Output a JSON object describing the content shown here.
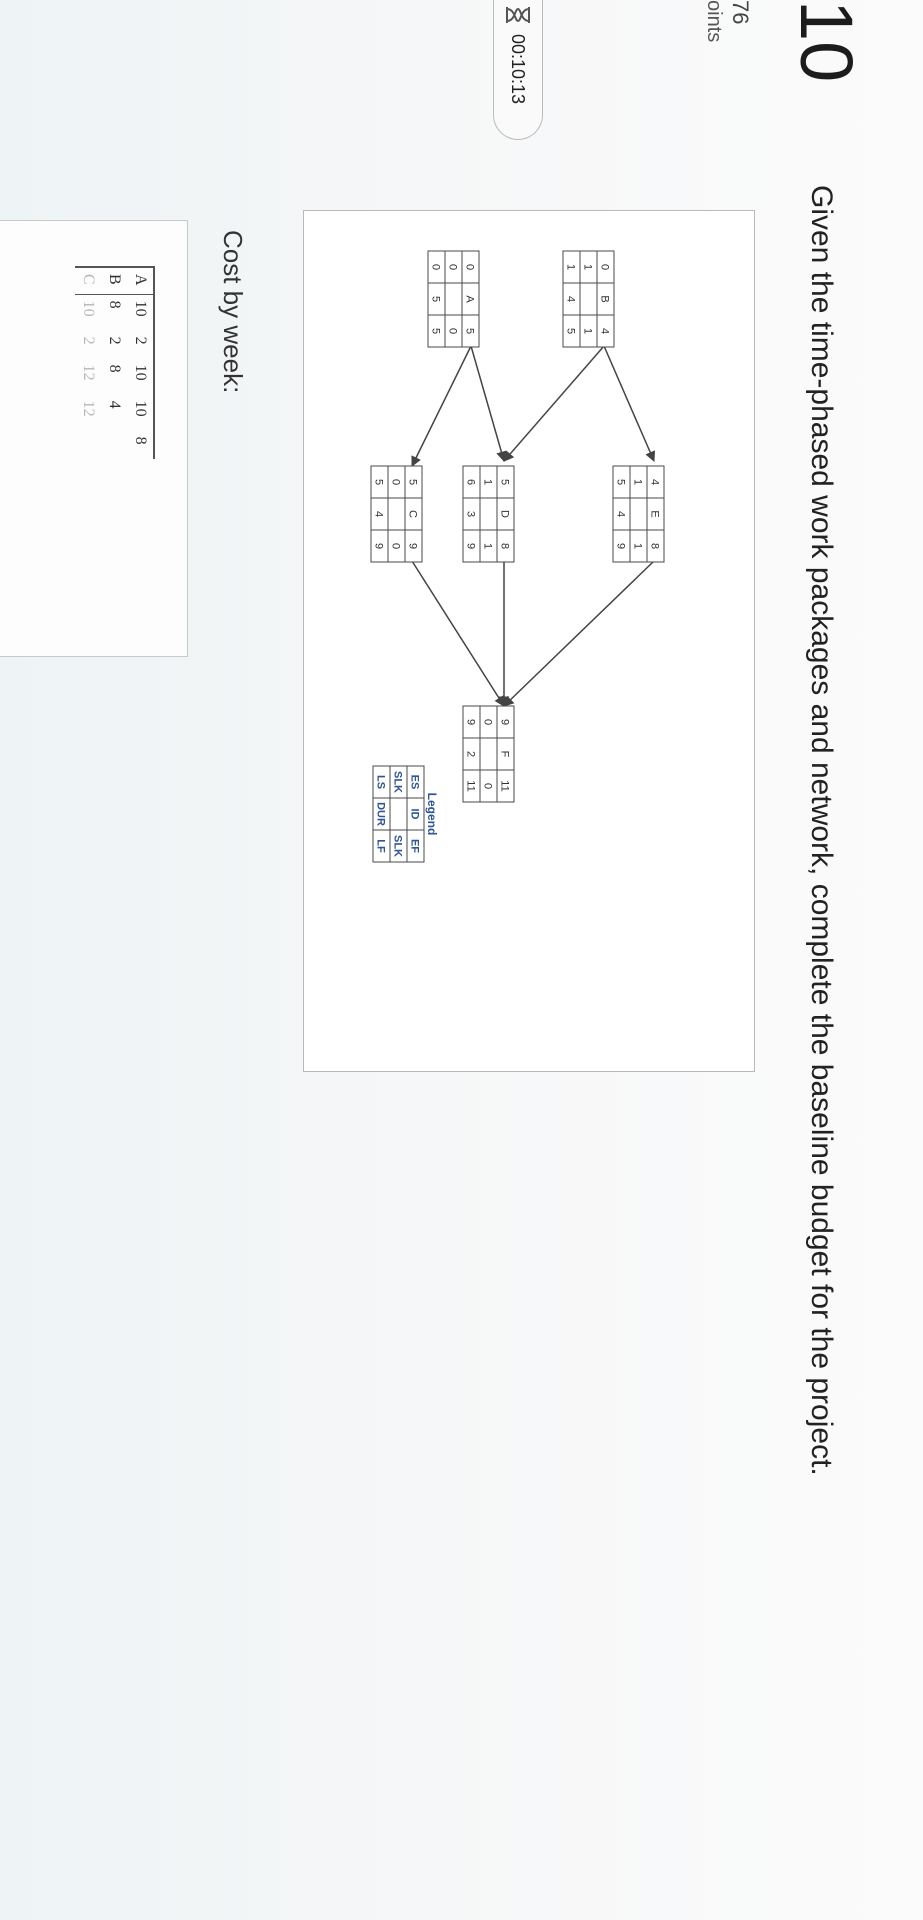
{
  "question": {
    "number": "10",
    "points_value": "76",
    "points_label": "oints",
    "timer": "00:10:13",
    "text": "Given the time-phased work packages and network, complete the baseline budget for the project."
  },
  "network": {
    "legend": {
      "title": "Legend",
      "row1": [
        "ES",
        "ID",
        "EF"
      ],
      "row2": [
        "SLK",
        "",
        "SLK"
      ],
      "row3": [
        "LS",
        "DUR",
        "LF"
      ]
    },
    "nodes": {
      "A": [
        [
          "0",
          "A",
          "5"
        ],
        [
          "0",
          "",
          "0"
        ],
        [
          "0",
          "5",
          "5"
        ]
      ],
      "B": [
        [
          "0",
          "B",
          "4"
        ],
        [
          "1",
          "",
          "1"
        ],
        [
          "1",
          "4",
          "5"
        ]
      ],
      "C": [
        [
          "5",
          "C",
          "9"
        ],
        [
          "0",
          "",
          "0"
        ],
        [
          "5",
          "4",
          "9"
        ]
      ],
      "D": [
        [
          "5",
          "D",
          "8"
        ],
        [
          "1",
          "",
          "1"
        ],
        [
          "6",
          "3",
          "9"
        ]
      ],
      "E": [
        [
          "4",
          "E",
          "8"
        ],
        [
          "1",
          "",
          "1"
        ],
        [
          "5",
          "4",
          "9"
        ]
      ],
      "F": [
        [
          "9",
          "F",
          "11"
        ],
        [
          "0",
          "",
          "0"
        ],
        [
          "9",
          "2",
          "11"
        ]
      ]
    }
  },
  "cost": {
    "label": "Cost by week:",
    "rows": [
      [
        "A",
        "10",
        "2",
        "10",
        "10",
        "8"
      ],
      [
        "B",
        "8",
        "2",
        "8",
        "4",
        ""
      ],
      [
        "C",
        "10",
        "2",
        "12",
        "12",
        ""
      ]
    ]
  },
  "colors": {
    "accent": "#2f5597",
    "node_border": "#4a4a4a",
    "arrow": "#444444"
  }
}
